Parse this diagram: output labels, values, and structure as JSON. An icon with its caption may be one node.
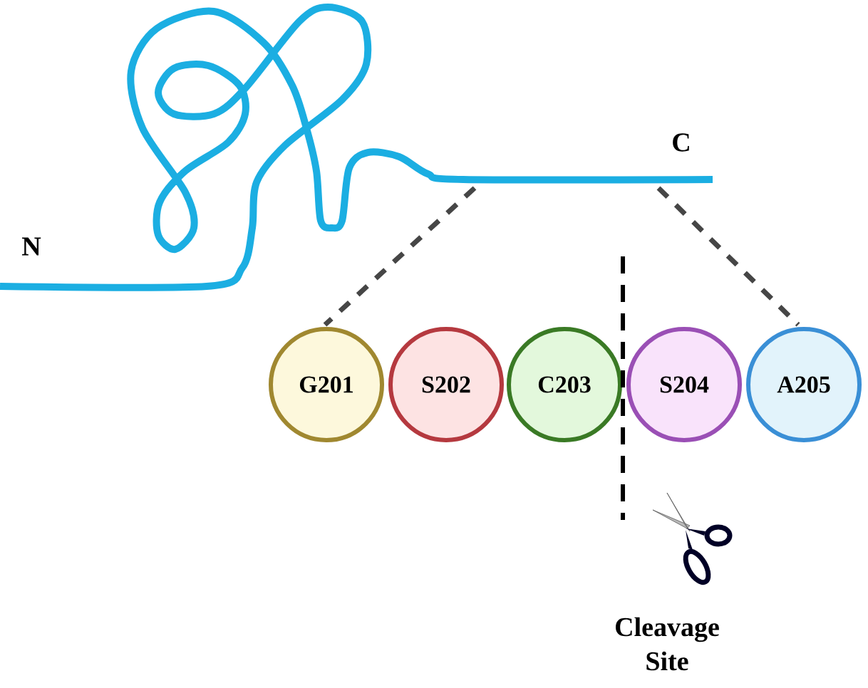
{
  "diagram": {
    "nodes": [
      {
        "text": [
          "G201"
        ]
      },
      {
        "text": [
          "S202"
        ]
      },
      {
        "text": [
          "C203"
        ]
      },
      {
        "text": [
          "S204"
        ]
      },
      {
        "text": [
          "A205"
        ]
      }
    ],
    "labels": [
      "N",
      "C",
      "Cleavage Site"
    ]
  }
}
